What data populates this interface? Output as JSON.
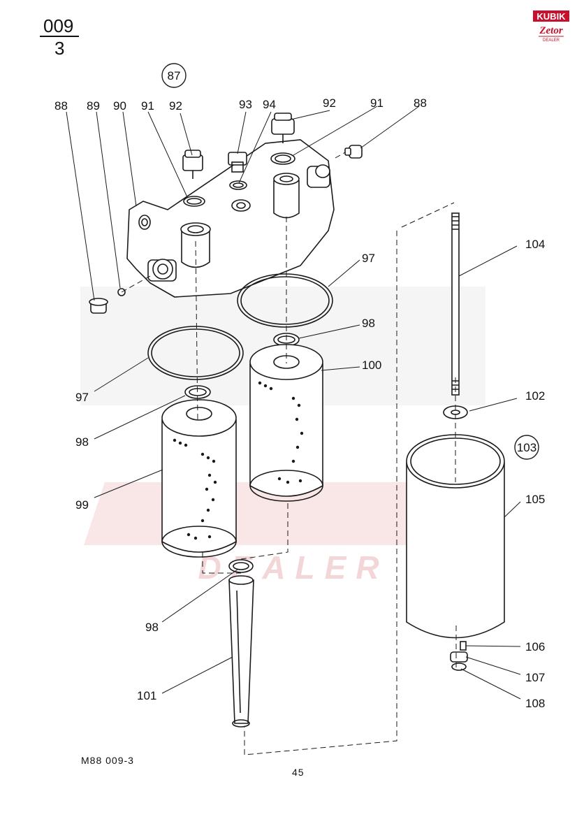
{
  "figure": {
    "number": "009",
    "sheet": "3"
  },
  "footer": {
    "code": "M88  009-3",
    "page": "45"
  },
  "logo": {
    "brand": "KUBIK",
    "sub": "Zetor",
    "tag": "DEALER"
  },
  "watermark": {
    "text": "DEALER"
  },
  "groups": [
    "87",
    "103"
  ],
  "callouts": [
    "88",
    "89",
    "90",
    "91",
    "92",
    "93",
    "94",
    "92",
    "91",
    "88",
    "104",
    "97",
    "98",
    "100",
    "97",
    "102",
    "98",
    "99",
    "105",
    "98",
    "101",
    "106",
    "107",
    "108"
  ],
  "colors": {
    "line": "#1a1a1a",
    "watermark": "#f3d6d8",
    "watermark_grey": "#ececec",
    "logo_red": "#c8102e"
  }
}
